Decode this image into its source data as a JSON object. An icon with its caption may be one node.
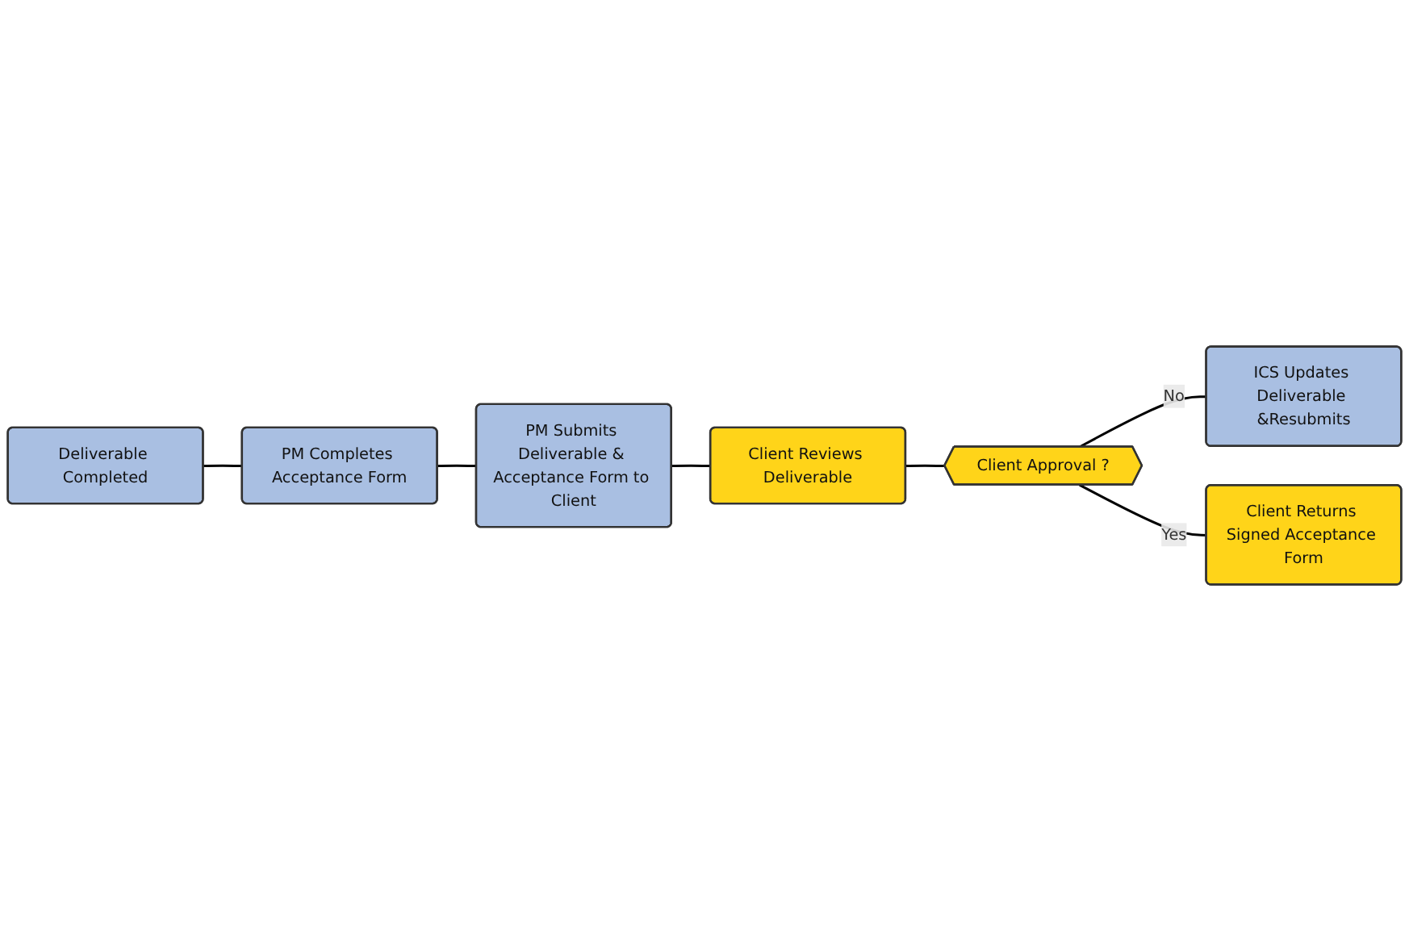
{
  "diagram": {
    "nodes": [
      {
        "text": [
          "Deliverable Completed"
        ]
      },
      {
        "text": [
          "PM Completes Acceptance Form"
        ]
      },
      {
        "text": [
          "PM Submits Deliverable & Acceptance Form to Client"
        ]
      },
      {
        "text": [
          "Client Reviews Deliverable"
        ]
      },
      {
        "text": [
          "Client Approval ?"
        ]
      },
      {
        "text": [
          "ICS Updates Deliverable &Resubmits"
        ]
      },
      {
        "text": [
          "Client Returns Signed Acceptance Form"
        ]
      }
    ],
    "edges": [
      {
        "from": 0,
        "to": 1,
        "arrow": "none"
      },
      {
        "from": 1,
        "to": 2,
        "arrow": "none"
      },
      {
        "from": 2,
        "to": 3,
        "arrow": "none"
      },
      {
        "from": 3,
        "to": 4,
        "arrow": "none"
      },
      {
        "from": 4,
        "to": 5,
        "arrow": "none",
        "label": "No"
      },
      {
        "from": 4,
        "to": 6,
        "arrow": "none",
        "label": "Yes"
      }
    ]
  }
}
